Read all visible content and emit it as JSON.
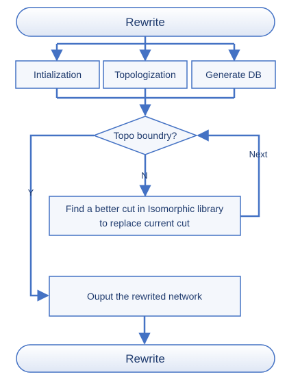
{
  "flowchart": {
    "start": "Rewrite",
    "init_steps": [
      "Intialization",
      "Topologization",
      "Generate DB"
    ],
    "decision": "Topo boundry?",
    "no_label": "N",
    "yes_label": "Y",
    "loop_label": "Next",
    "process_line1": "Find a better cut in Isomorphic library",
    "process_line2": "to replace current cut",
    "output": "Ouput the rewrited network",
    "end": "Rewrite"
  },
  "colors": {
    "stroke": "#4472c4",
    "fill": "#f4f7fc",
    "text": "#1f3b6e"
  }
}
